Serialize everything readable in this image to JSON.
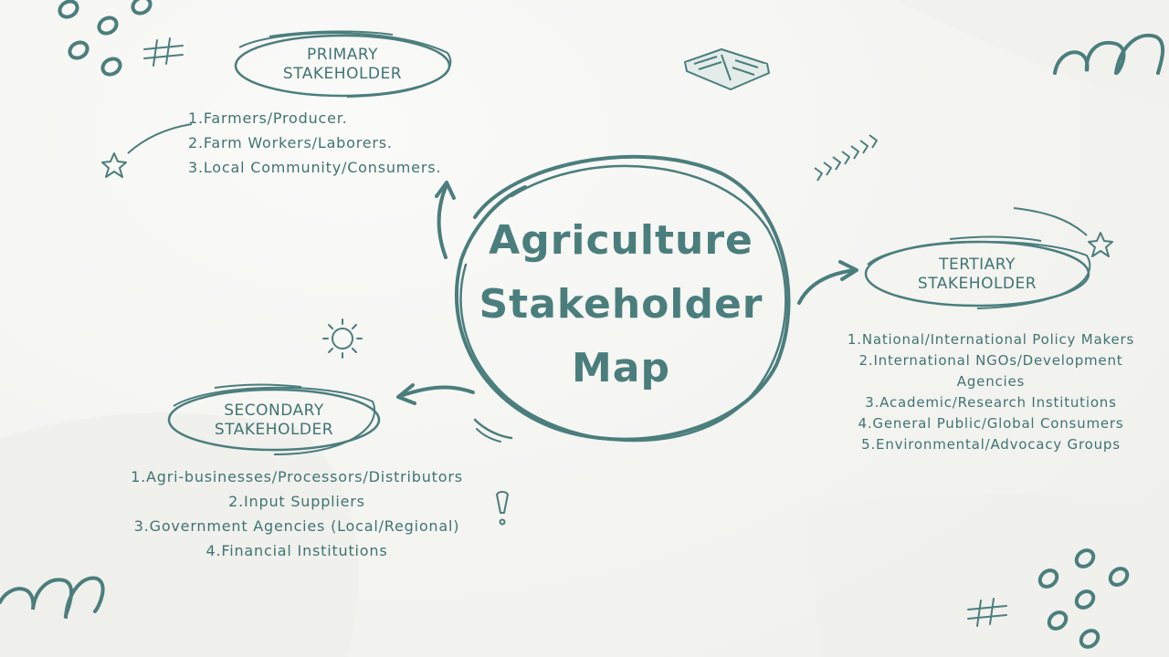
{
  "title": {
    "line1": "Agriculture",
    "line2": "Stakeholder",
    "line3": "Map"
  },
  "primary": {
    "label_line1": "PRIMARY",
    "label_line2": "STAKEHOLDER",
    "items": [
      "1.Farmers/Producer.",
      "2.Farm Workers/Laborers.",
      "3.Local Community/Consumers."
    ]
  },
  "secondary": {
    "label_line1": "SECONDARY",
    "label_line2": "STAKEHOLDER",
    "items": [
      "1.Agri-businesses/Processors/Distributors",
      "2.Input Suppliers",
      "3.Government Agencies (Local/Regional)",
      "4.Financial Institutions"
    ]
  },
  "tertiary": {
    "label_line1": "TERTIARY",
    "label_line2": "STAKEHOLDER",
    "items": [
      "1.National/International Policy Makers",
      "2.International NGOs/Development",
      "Agencies",
      "3.Academic/Research Institutions",
      "4.General Public/Global Consumers",
      "5.Environmental/Advocacy Groups"
    ]
  },
  "colors": {
    "ink": "#4a7e7d",
    "background": "#f6f6f3"
  },
  "icons": [
    "book-icon",
    "sun-icon",
    "star-icon",
    "hashtag-icon",
    "chevrons-icon",
    "exclamation-icon",
    "loops-icon",
    "ovals-icon"
  ]
}
